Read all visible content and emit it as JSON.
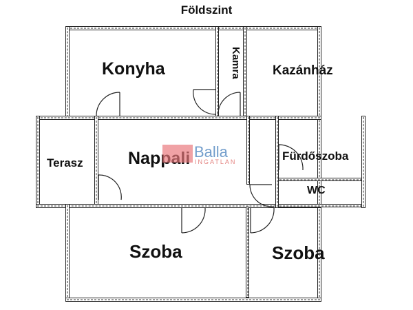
{
  "title": "Földszint",
  "rooms": {
    "konyha": "Konyha",
    "kamra": "Kamra",
    "kazanhaz": "Kazánház",
    "terasz": "Terasz",
    "nappali": "Nappali",
    "furdoszoba": "Fürdőszoba",
    "wc": "WC",
    "szoba_left": "Szoba",
    "szoba_right": "Szoba"
  },
  "watermark": {
    "brand": "Balla",
    "sub": "INGATLAN",
    "colors": {
      "brand": "#3c78b8",
      "accent": "#d9534f"
    }
  }
}
